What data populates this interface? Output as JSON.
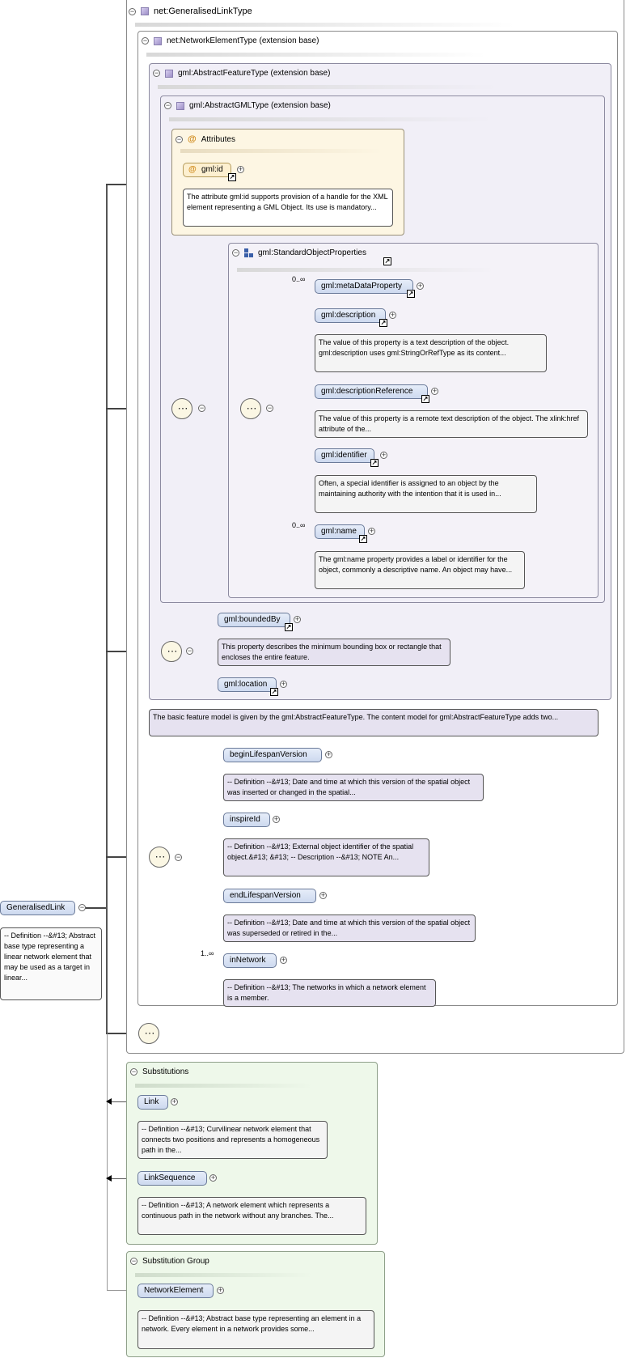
{
  "root": {
    "label": "GeneralisedLink",
    "doc": "-- Definition --&#13; Abstract base type representing a linear network element that may be used as a target in linear..."
  },
  "type_box": {
    "label": "net:GeneralisedLinkType"
  },
  "network_element_type": {
    "label": "net:NetworkElementType (extension base)"
  },
  "abstract_feature_type": {
    "label": "gml:AbstractFeatureType (extension base)"
  },
  "abstract_gml_type": {
    "label": "gml:AbstractGMLType (extension base)"
  },
  "attributes": {
    "label": "Attributes",
    "id_label": "gml:id",
    "id_doc": "The attribute gml:id supports provision of a handle for the XML element representing a GML Object. Its use is mandatory..."
  },
  "standard_props": {
    "label": "gml:StandardObjectProperties",
    "items": [
      {
        "label": "gml:metaDataProperty",
        "mult": "0..∞",
        "doc": ""
      },
      {
        "label": "gml:description",
        "mult": "",
        "doc": "The value of this property is a text description of the object. gml:description uses gml:StringOrRefType as its content..."
      },
      {
        "label": "gml:descriptionReference",
        "mult": "",
        "doc": "The value of this property is a remote text description of the object. The xlink:href attribute of the..."
      },
      {
        "label": "gml:identifier",
        "mult": "",
        "doc": "Often, a special identifier is assigned to an object by the maintaining authority with the intention that it is used in..."
      },
      {
        "label": "gml:name",
        "mult": "0..∞",
        "doc": "The gml:name property provides a label or identifier for the object, commonly a descriptive name. An object may have..."
      }
    ]
  },
  "feature_props": {
    "bounded_by": "gml:boundedBy",
    "bounded_by_doc": "This property describes the minimum bounding box or rectangle that encloses the entire feature.",
    "location": "gml:location"
  },
  "feature_doc": "The basic feature model is given by the gml:AbstractFeatureType. The content model for gml:AbstractFeatureType adds two...",
  "network_props": [
    {
      "label": "beginLifespanVersion",
      "mult": "",
      "doc": "-- Definition --&#13; Date and time at which this version of the spatial object was inserted or changed in the spatial..."
    },
    {
      "label": "inspireId",
      "mult": "",
      "doc": "-- Definition --&#13; External object identifier of the spatial object.&#13; &#13; -- Description --&#13; NOTE An..."
    },
    {
      "label": "endLifespanVersion",
      "mult": "",
      "doc": "-- Definition --&#13; Date and time at which this version of the spatial object was superseded or retired in the..."
    },
    {
      "label": "inNetwork",
      "mult": "1..∞",
      "doc": "-- Definition --&#13; The networks in which a network element is a member."
    }
  ],
  "substitutions": {
    "label": "Substitutions",
    "items": [
      {
        "label": "Link",
        "doc": "-- Definition --&#13; Curvilinear network element that connects two positions and represents a homogeneous path in the..."
      },
      {
        "label": "LinkSequence",
        "doc": "-- Definition --&#13; A network element which represents a continuous path in the network without any branches. The..."
      }
    ]
  },
  "substitution_group": {
    "label": "Substitution Group",
    "item": "NetworkElement",
    "doc": "-- Definition --&#13; Abstract base type representing an element in a network. Every element in a network provides some..."
  }
}
